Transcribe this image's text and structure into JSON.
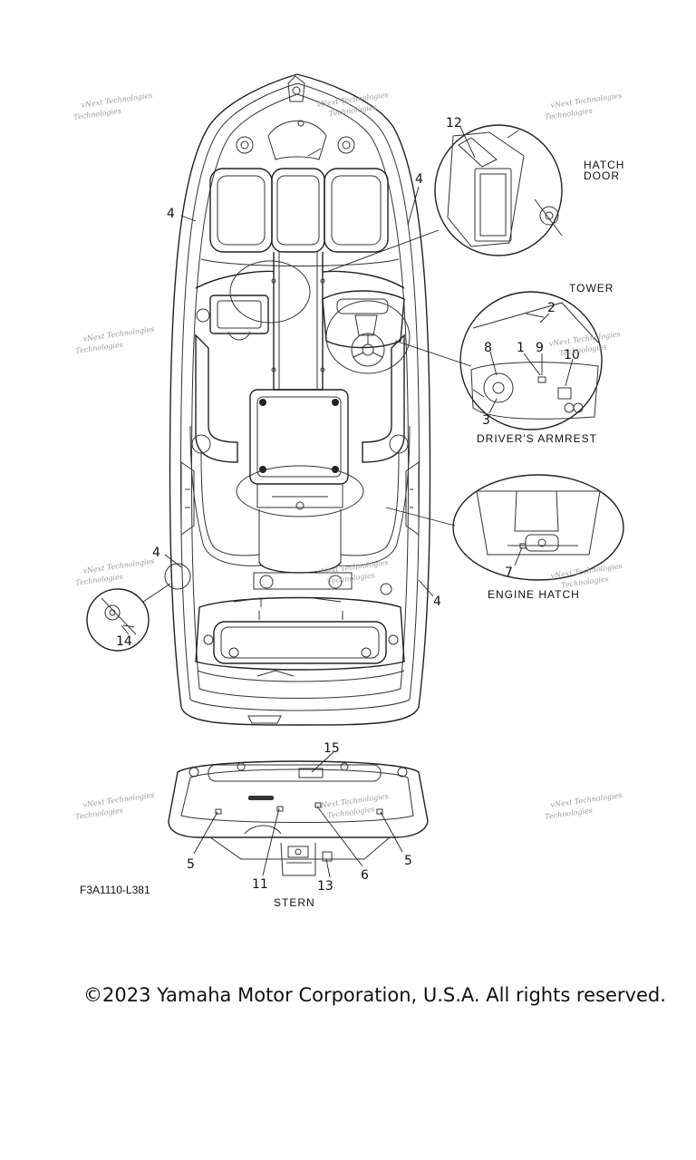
{
  "callouts": {
    "c1": "1",
    "c2": "2",
    "c3": "3",
    "c4a": "4",
    "c4b": "4",
    "c4c": "4",
    "c4d": "4",
    "c5a": "5",
    "c5b": "5",
    "c6": "6",
    "c7": "7",
    "c8": "8",
    "c9": "9",
    "c10": "10",
    "c11": "11",
    "c12": "12",
    "c13": "13",
    "c14": "14",
    "c15": "15"
  },
  "captions": {
    "hatch_door_1": "HATCH",
    "hatch_door_2": "DOOR",
    "tower": "TOWER",
    "drivers_armrest": "DRIVER'S ARMREST",
    "engine_hatch": "ENGINE HATCH",
    "stern": "STERN",
    "figure_code": "F3A1110-L381"
  },
  "watermark": {
    "line1": "vNext Technologies",
    "line2": "Technologies"
  },
  "footer": {
    "copyright": "©2023 Yamaha Motor Corporation, U.S.A. All rights reserved."
  }
}
